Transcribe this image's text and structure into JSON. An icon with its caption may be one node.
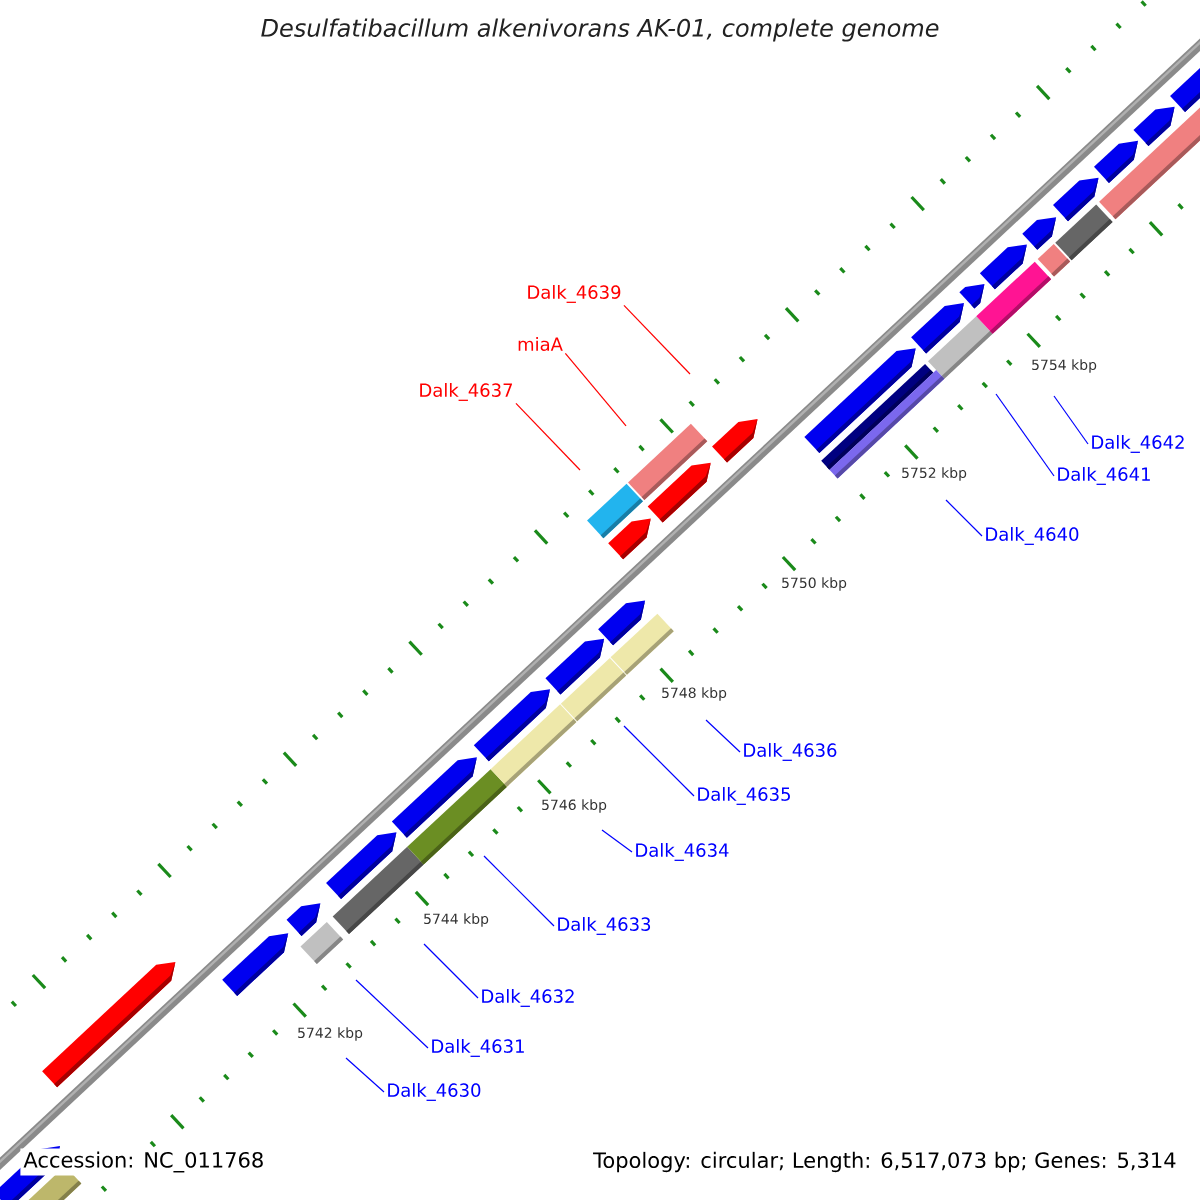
{
  "diagram": {
    "title": "Desulfatibacillum alkenivorans AK-01, complete genome",
    "nodes": [
      {
        "text": [
          "Dalk_4639"
        ]
      },
      {
        "text": [
          "miaA"
        ]
      },
      {
        "text": [
          "Dalk_4637"
        ]
      },
      {
        "text": [
          "Dalk_4642"
        ]
      },
      {
        "text": [
          "Dalk_4641"
        ]
      },
      {
        "text": [
          "Dalk_4640"
        ]
      },
      {
        "text": [
          "Dalk_4636"
        ]
      },
      {
        "text": [
          "Dalk_4635"
        ]
      },
      {
        "text": [
          "Dalk_4634"
        ]
      },
      {
        "text": [
          "Dalk_4633"
        ]
      },
      {
        "text": [
          "Dalk_4632"
        ]
      },
      {
        "text": [
          "Dalk_4631"
        ]
      },
      {
        "text": [
          "Dalk_4630"
        ]
      }
    ],
    "edges": [
      {
        "from": 0,
        "to": null,
        "arrow": "none",
        "color": "#ff0000"
      },
      {
        "from": 1,
        "to": null,
        "arrow": "none",
        "color": "#ff0000"
      },
      {
        "from": 2,
        "to": null,
        "arrow": "none",
        "color": "#ff0000"
      },
      {
        "from": 3,
        "to": null,
        "arrow": "none"
      },
      {
        "from": 4,
        "to": null,
        "arrow": "none"
      },
      {
        "from": 5,
        "to": null,
        "arrow": "none"
      },
      {
        "from": 6,
        "to": null,
        "arrow": "none"
      },
      {
        "from": 7,
        "to": null,
        "arrow": "none"
      },
      {
        "from": 8,
        "to": null,
        "arrow": "none"
      },
      {
        "from": 9,
        "to": null,
        "arrow": "none"
      },
      {
        "from": 10,
        "to": null,
        "arrow": "none"
      },
      {
        "from": 11,
        "to": null,
        "arrow": "none"
      },
      {
        "from": 12,
        "to": null,
        "arrow": "none"
      }
    ],
    "labels": [
      "5754 kbp",
      "5752 kbp",
      "5750 kbp",
      "5748 kbp",
      "5746 kbp",
      "5744 kbp",
      "5742 kbp",
      "Accession: NC_011768",
      "Topology: circular; Length: 6,517,073 bp; Genes: 5,314"
    ]
  }
}
